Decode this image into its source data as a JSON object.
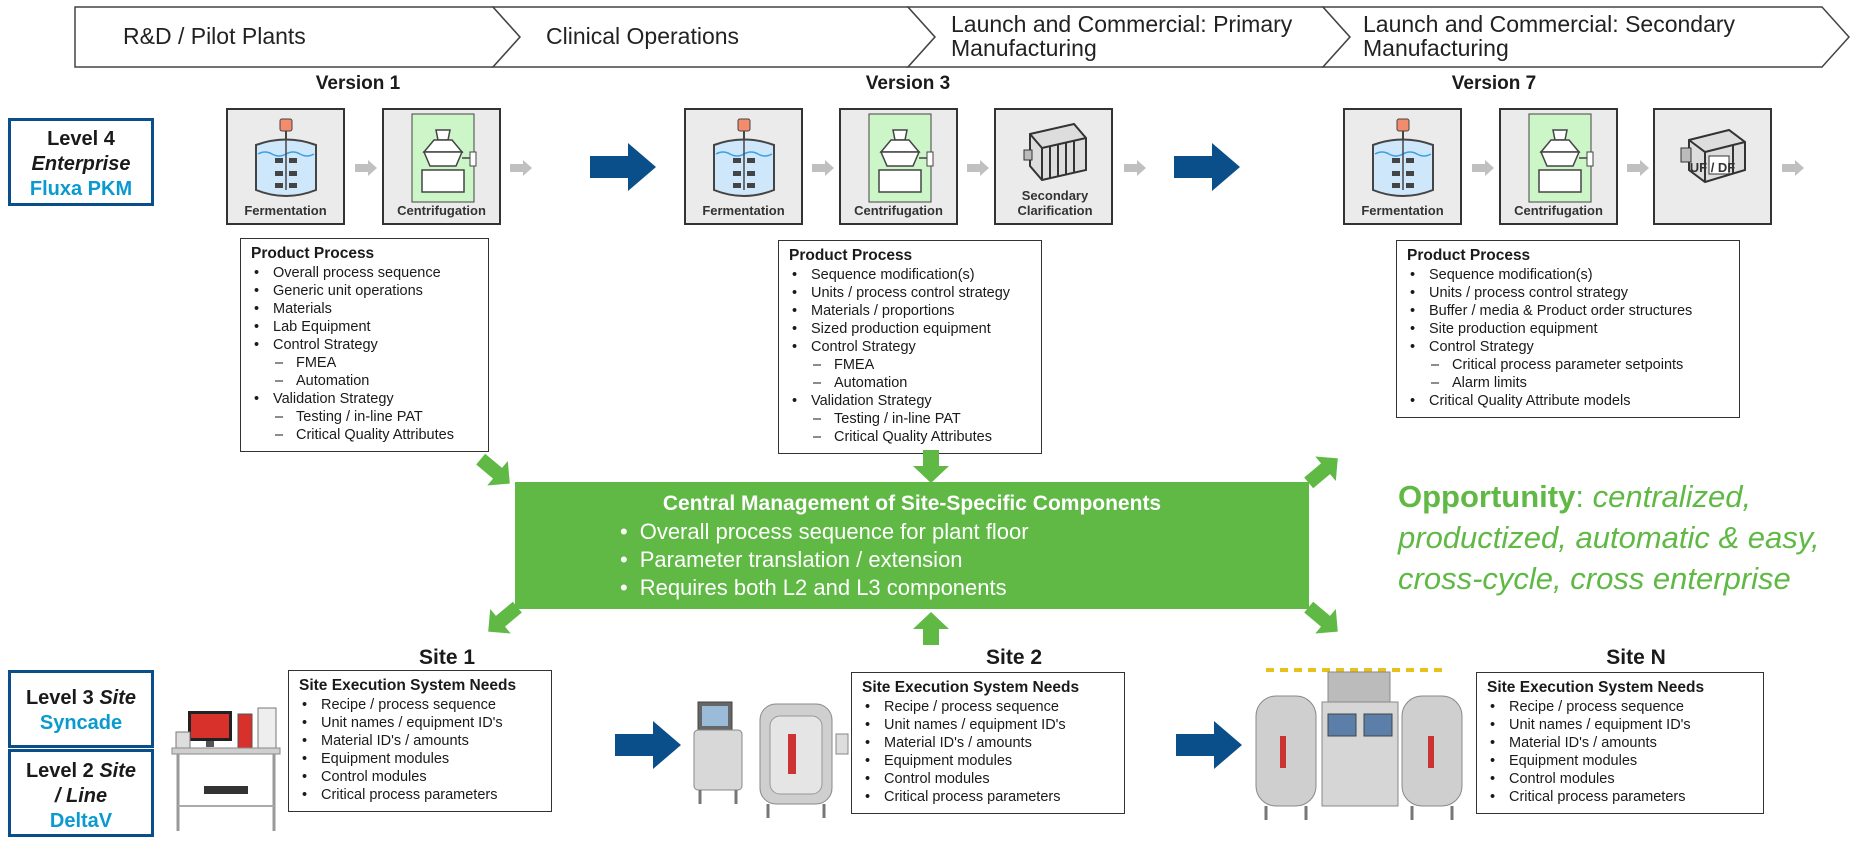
{
  "phases": [
    "R&D / Pilot Plants",
    "Clinical Operations",
    "Launch and Commercial: Primary Manufacturing",
    "Launch and Commercial: Secondary Manufacturing"
  ],
  "levels": {
    "l4": {
      "line1": "Level 4",
      "line2": "Enterprise",
      "name": "Fluxa PKM"
    },
    "l3": {
      "line1": "Level 3",
      "line1_italic": "Site",
      "name": "Syncade"
    },
    "l2": {
      "line1": "Level 2",
      "line1_italic": "Site",
      "line2_italic": "/ Line",
      "name": "DeltaV"
    }
  },
  "versions": [
    "Version 1",
    "Version 3",
    "Version 7"
  ],
  "equipment": {
    "fermentation": "Fermentation",
    "centrifugation": "Centrifugation",
    "secondary_clarification": "Secondary Clarification",
    "uf_df": "UF / DF"
  },
  "product_process": [
    {
      "title": "Product Process",
      "items": [
        {
          "t": "Overall process sequence",
          "lvl": 1
        },
        {
          "t": "Generic unit operations",
          "lvl": 1
        },
        {
          "t": "Materials",
          "lvl": 1
        },
        {
          "t": "Lab Equipment",
          "lvl": 1
        },
        {
          "t": "Control Strategy",
          "lvl": 1
        },
        {
          "t": "FMEA",
          "lvl": 2
        },
        {
          "t": "Automation",
          "lvl": 2
        },
        {
          "t": "Validation Strategy",
          "lvl": 1
        },
        {
          "t": "Testing / in-line PAT",
          "lvl": 2
        },
        {
          "t": "Critical Quality Attributes",
          "lvl": 2
        }
      ]
    },
    {
      "title": "Product Process",
      "items": [
        {
          "t": "Sequence modification(s)",
          "lvl": 1
        },
        {
          "t": "Units / process control strategy",
          "lvl": 1
        },
        {
          "t": "Materials / proportions",
          "lvl": 1
        },
        {
          "t": "Sized production equipment",
          "lvl": 1
        },
        {
          "t": "Control Strategy",
          "lvl": 1
        },
        {
          "t": "FMEA",
          "lvl": 2
        },
        {
          "t": "Automation",
          "lvl": 2
        },
        {
          "t": "Validation Strategy",
          "lvl": 1
        },
        {
          "t": "Testing / in-line PAT",
          "lvl": 2
        },
        {
          "t": "Critical Quality Attributes",
          "lvl": 2
        }
      ]
    },
    {
      "title": "Product Process",
      "items": [
        {
          "t": "Sequence modification(s)",
          "lvl": 1
        },
        {
          "t": "Units / process control strategy",
          "lvl": 1
        },
        {
          "t": "Buffer / media & Product order structures",
          "lvl": 1
        },
        {
          "t": "Site production equipment",
          "lvl": 1
        },
        {
          "t": "Control Strategy",
          "lvl": 1
        },
        {
          "t": "Critical process parameter setpoints",
          "lvl": 2
        },
        {
          "t": "Alarm limits",
          "lvl": 2
        },
        {
          "t": "Critical Quality Attribute models",
          "lvl": 1
        }
      ]
    }
  ],
  "central": {
    "title": "Central Management of Site-Specific Components",
    "items": [
      "Overall process sequence for plant floor",
      "Parameter translation / extension",
      "Requires both L2 and L3 components"
    ]
  },
  "opportunity": {
    "label": "Opportunity",
    "text": "centralized, productized, automatic & easy, cross-cycle, cross enterprise"
  },
  "sites": [
    "Site 1",
    "Site 2",
    "Site N"
  ],
  "site_needs": {
    "title": "Site Execution System Needs",
    "items": [
      "Recipe / process sequence",
      "Unit names / equipment ID's",
      "Material ID's / amounts",
      "Equipment modules",
      "Control modules",
      "Critical process parameters"
    ]
  },
  "colors": {
    "navy": "#0b4f8a",
    "green": "#5fb944",
    "cyan": "#0a9ad0",
    "tile_bg": "#ebebeb"
  }
}
